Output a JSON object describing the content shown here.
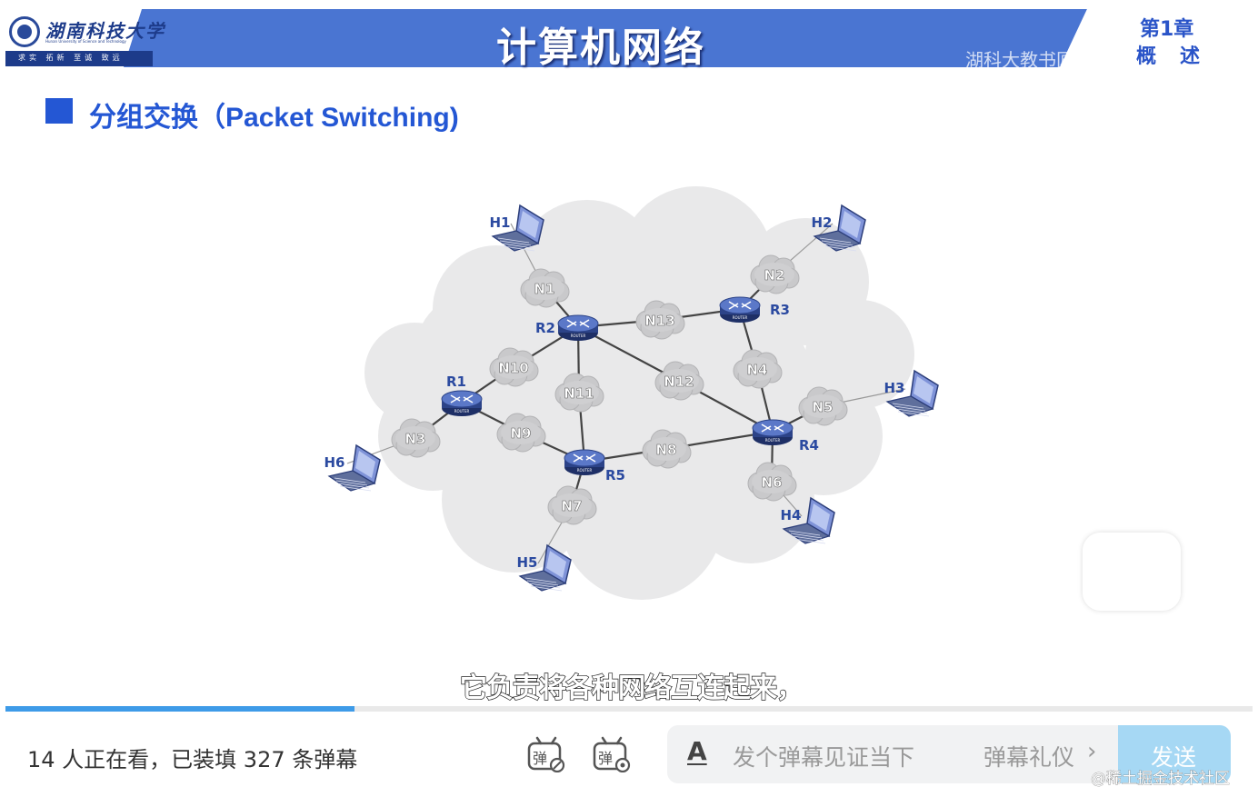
{
  "slide": {
    "university_cn": "湖南科技大学",
    "university_en": "Hunan University of Science and Technology",
    "motto": "求实 拓新 至诚 致远",
    "course_title": "计算机网络",
    "watermark_text": "湖科大教书匠",
    "chapter_label": "第1章",
    "chapter_sub": "概述",
    "section_title": "分组交换（Packet Switching)",
    "banner_color": "#4a75d2",
    "accent_color": "#2457d4"
  },
  "network": {
    "hosts": [
      {
        "id": "H1",
        "label": "H1"
      },
      {
        "id": "H2",
        "label": "H2"
      },
      {
        "id": "H3",
        "label": "H3"
      },
      {
        "id": "H4",
        "label": "H4"
      },
      {
        "id": "H5",
        "label": "H5"
      },
      {
        "id": "H6",
        "label": "H6"
      }
    ],
    "routers": [
      {
        "id": "R1",
        "label": "R1"
      },
      {
        "id": "R2",
        "label": "R2"
      },
      {
        "id": "R3",
        "label": "R3"
      },
      {
        "id": "R4",
        "label": "R4"
      },
      {
        "id": "R5",
        "label": "R5"
      }
    ],
    "networks": [
      {
        "id": "N1",
        "label": "N1"
      },
      {
        "id": "N2",
        "label": "N2"
      },
      {
        "id": "N3",
        "label": "N3"
      },
      {
        "id": "N4",
        "label": "N4"
      },
      {
        "id": "N5",
        "label": "N5"
      },
      {
        "id": "N6",
        "label": "N6"
      },
      {
        "id": "N7",
        "label": "N7"
      },
      {
        "id": "N8",
        "label": "N8"
      },
      {
        "id": "N9",
        "label": "N9"
      },
      {
        "id": "N10",
        "label": "N10"
      },
      {
        "id": "N11",
        "label": "N11"
      },
      {
        "id": "N12",
        "label": "N12"
      },
      {
        "id": "N13",
        "label": "N13"
      }
    ],
    "links": [
      [
        "H1",
        "N1"
      ],
      [
        "N1",
        "R2"
      ],
      [
        "R2",
        "N13"
      ],
      [
        "N13",
        "R3"
      ],
      [
        "R3",
        "N2"
      ],
      [
        "N2",
        "H2"
      ],
      [
        "R3",
        "N4"
      ],
      [
        "N4",
        "R4"
      ],
      [
        "R2",
        "N12"
      ],
      [
        "N12",
        "R4"
      ],
      [
        "R2",
        "N11"
      ],
      [
        "N11",
        "R5"
      ],
      [
        "R2",
        "N10"
      ],
      [
        "N10",
        "R1"
      ],
      [
        "R1",
        "N9"
      ],
      [
        "N9",
        "R5"
      ],
      [
        "R1",
        "N3"
      ],
      [
        "N3",
        "H6"
      ],
      [
        "R5",
        "N8"
      ],
      [
        "N8",
        "R4"
      ],
      [
        "R4",
        "N5"
      ],
      [
        "N5",
        "H3"
      ],
      [
        "R4",
        "N6"
      ],
      [
        "N6",
        "H4"
      ],
      [
        "R5",
        "N7"
      ],
      [
        "N7",
        "H5"
      ]
    ],
    "router_caption": "ROUTER"
  },
  "subtitle": "它负责将各种网络互连起来，",
  "playback": {
    "progress": 0.28
  },
  "bottom": {
    "viewer_text": "14 人正在看，已装填 327 条弹幕",
    "danmaku_toggle_icon": "danmaku-toggle-icon",
    "danmaku_settings_icon": "danmaku-settings-icon",
    "font_style_glyph": "A",
    "input_placeholder": "发个弹幕见证当下",
    "etiquette_label": "弹幕礼仪",
    "send_label": "发送",
    "corner_watermark": "@稀土掘金技术社区"
  }
}
